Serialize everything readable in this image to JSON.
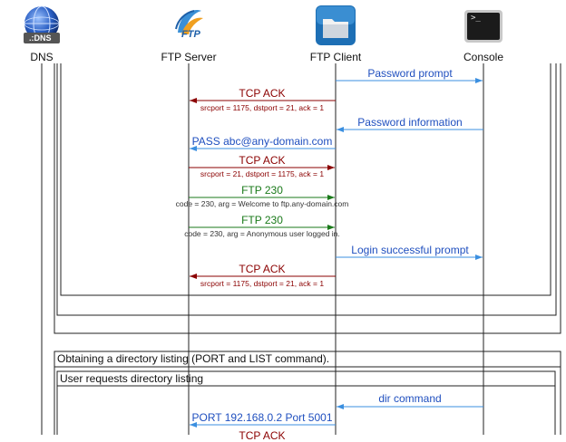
{
  "actors": [
    {
      "name": "DNS",
      "icon": "dns-globe-icon",
      "icon_label": ".:DNS"
    },
    {
      "name": "FTP Server",
      "icon": "ftp-server-icon",
      "icon_label": "FTP"
    },
    {
      "name": "FTP Client",
      "icon": "folder-client-icon"
    },
    {
      "name": "Console",
      "icon": "terminal-console-icon",
      "icon_label": ">_"
    }
  ],
  "messages": [
    {
      "id": "m1",
      "label": "Password prompt",
      "sub": "",
      "from": "FTP Client",
      "to": "Console",
      "color": "#1f4fbf"
    },
    {
      "id": "m2",
      "label": "TCP ACK",
      "sub": "srcport = 1175, dstport = 21, ack = 1",
      "from": "FTP Client",
      "to": "FTP Server",
      "color": "#8b0000"
    },
    {
      "id": "m3",
      "label": "Password information",
      "sub": "",
      "from": "Console",
      "to": "FTP Client",
      "color": "#1f4fbf"
    },
    {
      "id": "m4",
      "label": "PASS abc@any-domain.com",
      "sub": "",
      "from": "FTP Client",
      "to": "FTP Server",
      "color": "#1f4fbf"
    },
    {
      "id": "m5",
      "label": "TCP ACK",
      "sub": "srcport = 21, dstport = 1175, ack = 1",
      "from": "FTP Server",
      "to": "FTP Client",
      "color": "#8b0000"
    },
    {
      "id": "m6",
      "label": "FTP 230",
      "sub": "code = 230, arg = Welcome to ftp.any-domain.com",
      "from": "FTP Server",
      "to": "FTP Client",
      "color": "#1a7a1a"
    },
    {
      "id": "m7",
      "label": "FTP 230",
      "sub": "code = 230, arg = Anonymous user logged in.",
      "from": "FTP Server",
      "to": "FTP Client",
      "color": "#1a7a1a"
    },
    {
      "id": "m8",
      "label": "Login successful prompt",
      "sub": "",
      "from": "FTP Client",
      "to": "Console",
      "color": "#1f4fbf"
    },
    {
      "id": "m9",
      "label": "TCP ACK",
      "sub": "srcport = 1175, dstport = 21, ack = 1",
      "from": "FTP Client",
      "to": "FTP Server",
      "color": "#8b0000"
    },
    {
      "id": "m10",
      "label": "dir command",
      "sub": "",
      "from": "Console",
      "to": "FTP Client",
      "color": "#1f4fbf"
    },
    {
      "id": "m11",
      "label": "PORT 192.168.0.2 Port 5001",
      "sub": "",
      "from": "FTP Client",
      "to": "FTP Server",
      "color": "#1f4fbf"
    },
    {
      "id": "m12",
      "label": "TCP ACK",
      "sub": "",
      "from": "FTP Client",
      "to": "FTP Server",
      "color": "#8b0000"
    }
  ],
  "boxes": [
    {
      "id": "b1",
      "title": "Obtaining a directory listing (PORT and LIST command)."
    },
    {
      "id": "b2",
      "title": "User requests directory listing"
    }
  ]
}
